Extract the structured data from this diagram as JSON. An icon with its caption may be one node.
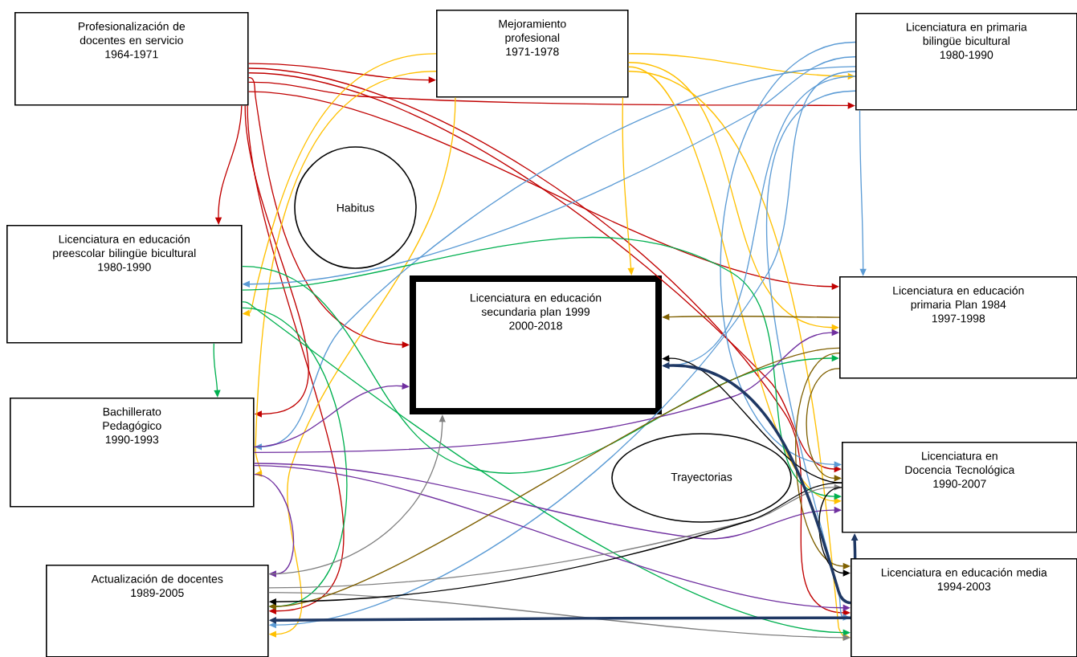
{
  "diagram": {
    "nodes": [
      {
        "text": [
          "Profesionalización de docentes en servicio",
          "1964-1971"
        ]
      },
      {
        "text": [
          "Mejoramiento profesional",
          "1971-1978"
        ]
      },
      {
        "text": [
          "Licenciatura en primaria bilingüe bicultural",
          "1980-1990"
        ]
      },
      {
        "text": [
          "Licenciatura en educación preescolar bilingüe bicultural",
          "1980-1990"
        ]
      },
      {
        "text": [
          "Bachillerato Pedagógico",
          "1990-1993"
        ]
      },
      {
        "text": [
          "Actualización de docentes",
          "1989-2005"
        ]
      },
      {
        "text": [
          "Licenciatura en educación secundaria plan 1999",
          "2000-2018"
        ]
      },
      {
        "text": [
          "Licenciatura en educación primaria Plan 1984",
          "1997-1998"
        ]
      },
      {
        "text": [
          "Licenciatura en Docencia Tecnológica",
          "1990-2007"
        ]
      },
      {
        "text": [
          "Licenciatura en educación media",
          "1994-2003"
        ]
      },
      {
        "text": [
          "Habitus"
        ]
      },
      {
        "text": [
          "Trayectorias"
        ]
      }
    ],
    "edges": [
      {
        "from": 0,
        "to": 1,
        "arrow": "to",
        "color": "#c00000"
      },
      {
        "from": 0,
        "to": 2,
        "arrow": "to",
        "color": "#c00000"
      },
      {
        "from": 0,
        "to": 3,
        "arrow": "to",
        "color": "#c00000"
      },
      {
        "from": 0,
        "to": 6,
        "arrow": "to",
        "color": "#c00000"
      },
      {
        "from": 0,
        "to": 7,
        "arrow": "to",
        "color": "#c00000"
      },
      {
        "from": 0,
        "to": 8,
        "arrow": "to",
        "color": "#c00000"
      },
      {
        "from": 0,
        "to": 9,
        "arrow": "to",
        "color": "#c00000"
      },
      {
        "from": 0,
        "to": 4,
        "arrow": "to",
        "color": "#c00000"
      },
      {
        "from": 0,
        "to": 5,
        "arrow": "to",
        "color": "#c00000"
      },
      {
        "from": 1,
        "to": 2,
        "arrow": "to",
        "color": "#ffc000"
      },
      {
        "from": 1,
        "to": 6,
        "arrow": "to",
        "color": "#ffc000"
      },
      {
        "from": 1,
        "to": 3,
        "arrow": "to",
        "color": "#ffc000"
      },
      {
        "from": 1,
        "to": 4,
        "arrow": "to",
        "color": "#ffc000"
      },
      {
        "from": 1,
        "to": 5,
        "arrow": "to",
        "color": "#ffc000"
      },
      {
        "from": 1,
        "to": 7,
        "arrow": "to",
        "color": "#ffc000"
      },
      {
        "from": 1,
        "to": 8,
        "arrow": "to",
        "color": "#ffc000"
      },
      {
        "from": 1,
        "to": 9,
        "arrow": "to",
        "color": "#ffc000"
      },
      {
        "from": 2,
        "to": 3,
        "arrow": "to",
        "color": "#5b9bd5"
      },
      {
        "from": 2,
        "to": 4,
        "arrow": "to",
        "color": "#5b9bd5"
      },
      {
        "from": 2,
        "to": 5,
        "arrow": "to",
        "color": "#5b9bd5"
      },
      {
        "from": 2,
        "to": 6,
        "arrow": "to",
        "color": "#5b9bd5"
      },
      {
        "from": 2,
        "to": 7,
        "arrow": "to",
        "color": "#5b9bd5"
      },
      {
        "from": 2,
        "to": 8,
        "arrow": "to",
        "color": "#5b9bd5"
      },
      {
        "from": 2,
        "to": 9,
        "arrow": "to",
        "color": "#5b9bd5"
      },
      {
        "from": 3,
        "to": 4,
        "arrow": "to",
        "color": "#00b050"
      },
      {
        "from": 3,
        "to": 5,
        "arrow": "to",
        "color": "#00b050"
      },
      {
        "from": 3,
        "to": 7,
        "arrow": "to",
        "color": "#00b050"
      },
      {
        "from": 3,
        "to": 8,
        "arrow": "to",
        "color": "#00b050"
      },
      {
        "from": 3,
        "to": 9,
        "arrow": "to",
        "color": "#00b050"
      },
      {
        "from": 4,
        "to": 6,
        "arrow": "to",
        "color": "#7030a0"
      },
      {
        "from": 4,
        "to": 7,
        "arrow": "to",
        "color": "#7030a0"
      },
      {
        "from": 4,
        "to": 8,
        "arrow": "to",
        "color": "#7030a0"
      },
      {
        "from": 4,
        "to": 5,
        "arrow": "to",
        "color": "#7030a0"
      },
      {
        "from": 4,
        "to": 9,
        "arrow": "to",
        "color": "#7030a0"
      },
      {
        "from": 5,
        "to": 6,
        "arrow": "to",
        "color": "#808080"
      },
      {
        "from": 5,
        "to": 8,
        "arrow": "to",
        "color": "#808080"
      },
      {
        "from": 5,
        "to": 9,
        "arrow": "to",
        "color": "#808080"
      },
      {
        "from": 7,
        "to": 6,
        "arrow": "to",
        "color": "#7f6000"
      },
      {
        "from": 7,
        "to": 5,
        "arrow": "to",
        "color": "#7f6000"
      },
      {
        "from": 7,
        "to": 8,
        "arrow": "to",
        "color": "#7f6000"
      },
      {
        "from": 7,
        "to": 9,
        "arrow": "to",
        "color": "#7f6000"
      },
      {
        "from": 8,
        "to": 6,
        "arrow": "to",
        "color": "#000000"
      },
      {
        "from": 8,
        "to": 5,
        "arrow": "to",
        "color": "#000000"
      },
      {
        "from": 8,
        "to": 9,
        "arrow": "to",
        "color": "#000000"
      },
      {
        "from": 9,
        "to": 6,
        "arrow": "to",
        "style": "thick",
        "color": "#1f3864"
      },
      {
        "from": 9,
        "to": 5,
        "arrow": "to",
        "style": "thick",
        "color": "#1f3864"
      },
      {
        "from": 9,
        "to": 8,
        "arrow": "to",
        "style": "thick",
        "color": "#1f3864"
      }
    ]
  }
}
